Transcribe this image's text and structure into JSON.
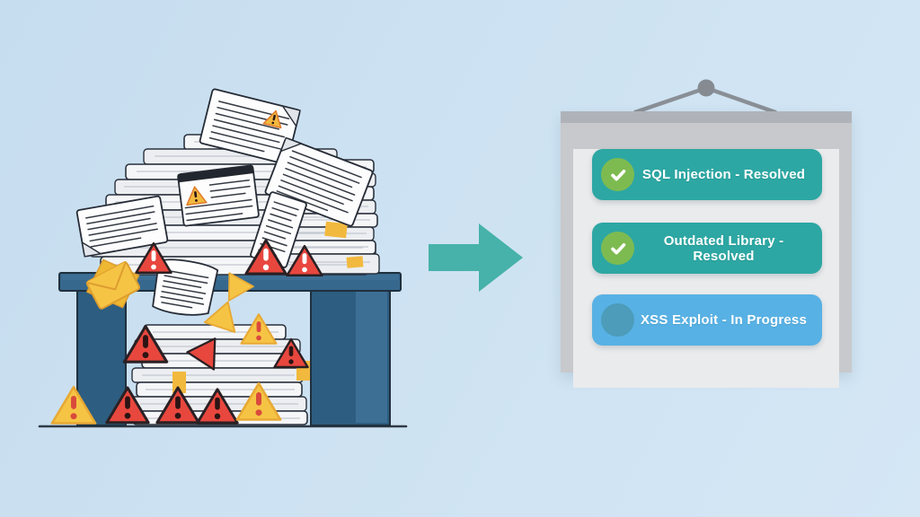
{
  "scene": {
    "type": "illustration",
    "theme": "security-vulnerabilities-before-after",
    "background_color": "#cde2f2"
  },
  "left_illustration": {
    "name": "cluttered-desk-with-warning-papers",
    "desk_color": "#36688e",
    "paper_color": "#f5f6f8",
    "warning_red": "#e8473e",
    "warning_yellow": "#f6c445"
  },
  "arrow": {
    "direction": "right",
    "color": "#46b2a9"
  },
  "board": {
    "frame_color": "#c7c9cc",
    "rail_color": "#afb3b9",
    "surface_color": "#eaebed",
    "hanger_color": "#8a8f96",
    "items": [
      {
        "label": "SQL Injection - Resolved",
        "status": "resolved",
        "pill_color": "#2da7a3",
        "badge_color": "#7dbb51",
        "badge_icon": "check-icon"
      },
      {
        "label": "Outdated Library - Resolved",
        "status": "resolved",
        "pill_color": "#2da7a3",
        "badge_color": "#7dbb51",
        "badge_icon": "check-icon"
      },
      {
        "label": "XSS Exploit - In Progress",
        "status": "in_progress",
        "pill_color": "#58b1e4",
        "badge_color": "#4c9cba",
        "badge_icon": "filled-circle-icon"
      }
    ]
  }
}
